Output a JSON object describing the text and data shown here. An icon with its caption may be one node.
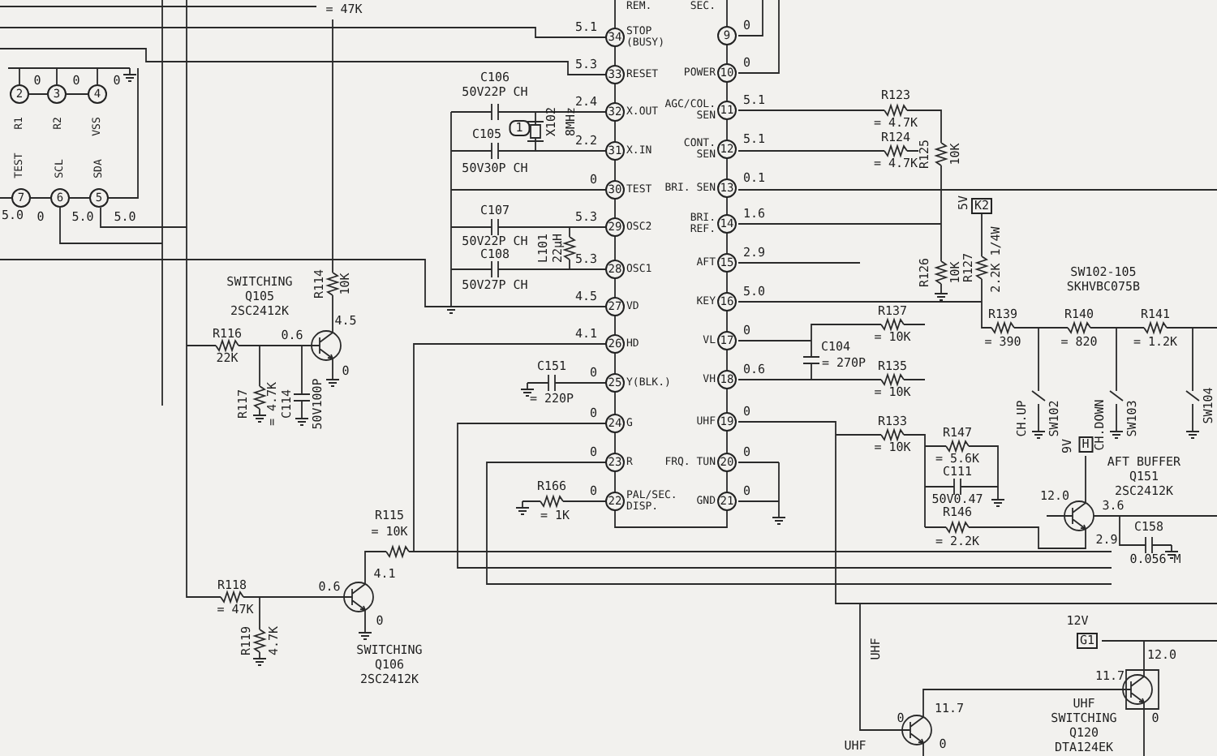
{
  "diagram": {
    "labels": [
      "= 47K",
      "REM.",
      "SEC.",
      "0",
      "0",
      "0",
      "2",
      "3",
      "4",
      "R1",
      "R2",
      "VSS",
      "TEST",
      "SCL",
      "SDA",
      "7",
      "6",
      "5",
      "5.0",
      "0",
      "5.0",
      "5.0",
      "SWITCHING",
      "Q105",
      "2SC2412K",
      "R114",
      "10K",
      "R116",
      "22K",
      "0.6",
      "4.5",
      "0",
      "R117",
      "= 4.7K",
      "C114",
      "50V100P",
      "5.1",
      "34",
      "STOP (BUSY)",
      "5.3",
      "33",
      "RESET",
      "2.4",
      "32",
      "X.OUT",
      "2.2",
      "31",
      "X.IN",
      "0",
      "30",
      "TEST",
      "5.3",
      "29",
      "OSC2",
      "5.3",
      "28",
      "OSC1",
      "4.5",
      "27",
      "VD",
      "4.1",
      "26",
      "HD",
      "0",
      "25",
      "Y(BLK.)",
      "0",
      "24",
      "G",
      "0",
      "23",
      "R",
      "0",
      "22",
      "PAL/SEC. DISP.",
      "9",
      "0",
      "POWER",
      "10",
      "0",
      "AGC/COL. SEN",
      "11",
      "5.1",
      "CONT. SEN",
      "12",
      "5.1",
      "BRI. SEN",
      "13",
      "0.1",
      "BRI. REF.",
      "14",
      "1.6",
      "AFT",
      "15",
      "2.9",
      "KEY",
      "16",
      "5.0",
      "VL",
      "17",
      "0",
      "VH",
      "18",
      "0.6",
      "UHF",
      "19",
      "0",
      "FRQ. TUN",
      "20",
      "0",
      "GND",
      "21",
      "0",
      "C106",
      "50V22P CH",
      "1",
      "X102",
      "8MHz",
      "C105",
      "50V30P CH",
      "C107",
      "50V22P CH",
      "L101",
      "22μH",
      "C108",
      "50V27P CH",
      "C151",
      "= 220P",
      "R166",
      "= 1K",
      "C104",
      "= 270P",
      "R123",
      "= 4.7K",
      "R124",
      "= 4.7K",
      "R125",
      "10K",
      "5V",
      "K2",
      "R126",
      "10K",
      "R127",
      "2.2K 1/4W",
      "SW102-105",
      "SKHVBC075B",
      "R139",
      "= 390",
      "R140",
      "= 820",
      "R141",
      "= 1.2K",
      "R137",
      "= 10K",
      "R135",
      "= 10K",
      "R133",
      "= 10K",
      "CH.UP",
      "SW102",
      "CH.DOWN",
      "SW103",
      "SW104",
      "R147",
      "= 5.6K",
      "C111",
      "50V0.47",
      "R146",
      "= 2.2K",
      "9V",
      "H",
      "AFT BUFFER",
      "Q151",
      "2SC2412K",
      "12.0",
      "3.6",
      "2.9",
      "C158",
      "0.056 M",
      "R115",
      "= 10K",
      "R118",
      "= 47K",
      "0.6",
      "4.1",
      "0",
      "R119",
      "4.7K",
      "SWITCHING",
      "Q106",
      "2SC2412K",
      "UHF",
      "12V",
      "G1",
      "12.0",
      "11.7",
      "0",
      "UHF",
      "SWITCHING",
      "Q120",
      "DTA124EK",
      "0",
      "11.7",
      "UHF",
      "0"
    ]
  }
}
